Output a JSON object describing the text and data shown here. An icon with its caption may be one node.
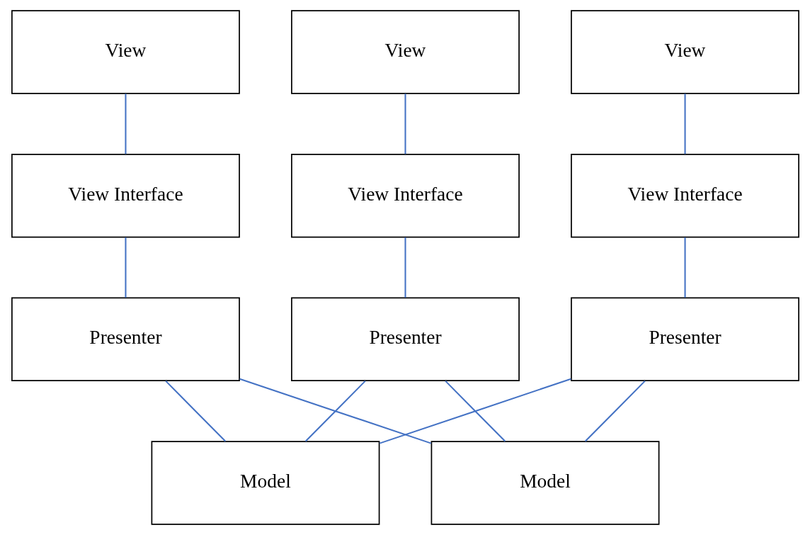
{
  "diagram": {
    "nodes": [
      {
        "text": [
          "View"
        ]
      },
      {
        "text": [
          "View"
        ]
      },
      {
        "text": [
          "View"
        ]
      },
      {
        "text": [
          "View Interface"
        ]
      },
      {
        "text": [
          "View Interface"
        ]
      },
      {
        "text": [
          "View Interface"
        ]
      },
      {
        "text": [
          "Presenter"
        ]
      },
      {
        "text": [
          "Presenter"
        ]
      },
      {
        "text": [
          "Presenter"
        ]
      },
      {
        "text": [
          "Model"
        ]
      },
      {
        "text": [
          "Model"
        ]
      }
    ],
    "edges": [
      {
        "from": 0,
        "to": 3,
        "arrow": "none"
      },
      {
        "from": 1,
        "to": 4,
        "arrow": "none"
      },
      {
        "from": 2,
        "to": 5,
        "arrow": "none"
      },
      {
        "from": 3,
        "to": 6,
        "arrow": "none"
      },
      {
        "from": 4,
        "to": 7,
        "arrow": "none"
      },
      {
        "from": 5,
        "to": 8,
        "arrow": "none"
      },
      {
        "from": 6,
        "to": 9,
        "arrow": "none"
      },
      {
        "from": 6,
        "to": 10,
        "arrow": "none"
      },
      {
        "from": 7,
        "to": 9,
        "arrow": "none"
      },
      {
        "from": 7,
        "to": 10,
        "arrow": "none"
      },
      {
        "from": 8,
        "to": 9,
        "arrow": "none"
      },
      {
        "from": 8,
        "to": 10,
        "arrow": "none"
      }
    ]
  }
}
